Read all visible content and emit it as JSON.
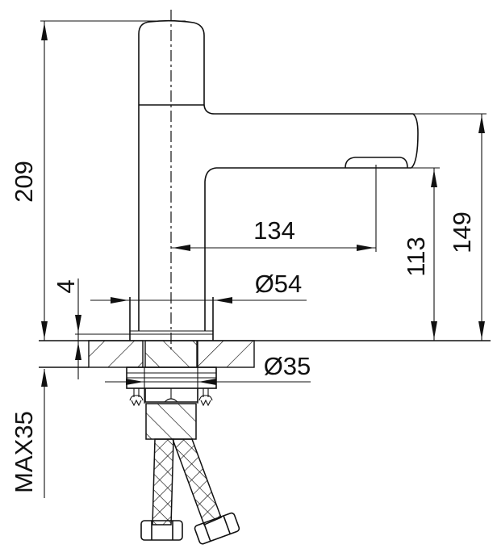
{
  "drawing": {
    "subject": "single-lever basin faucet side elevation",
    "units": "mm",
    "line_color": "#111111",
    "background": "#ffffff"
  },
  "dimensions": {
    "overall_height": {
      "label": "209",
      "value": 209
    },
    "spout_reach": {
      "label": "134",
      "value": 134
    },
    "outlet_height": {
      "label": "113",
      "value": 113
    },
    "spout_top_height": {
      "label": "149",
      "value": 149
    },
    "base_diameter": {
      "label": "Ø54",
      "value": 54
    },
    "base_gasket": {
      "label": "4",
      "value": 4
    },
    "mounting_hole_diameter": {
      "label": "Ø35",
      "value": 35
    },
    "max_countertop_thickness": {
      "label": "MAX35",
      "value": 35
    }
  }
}
